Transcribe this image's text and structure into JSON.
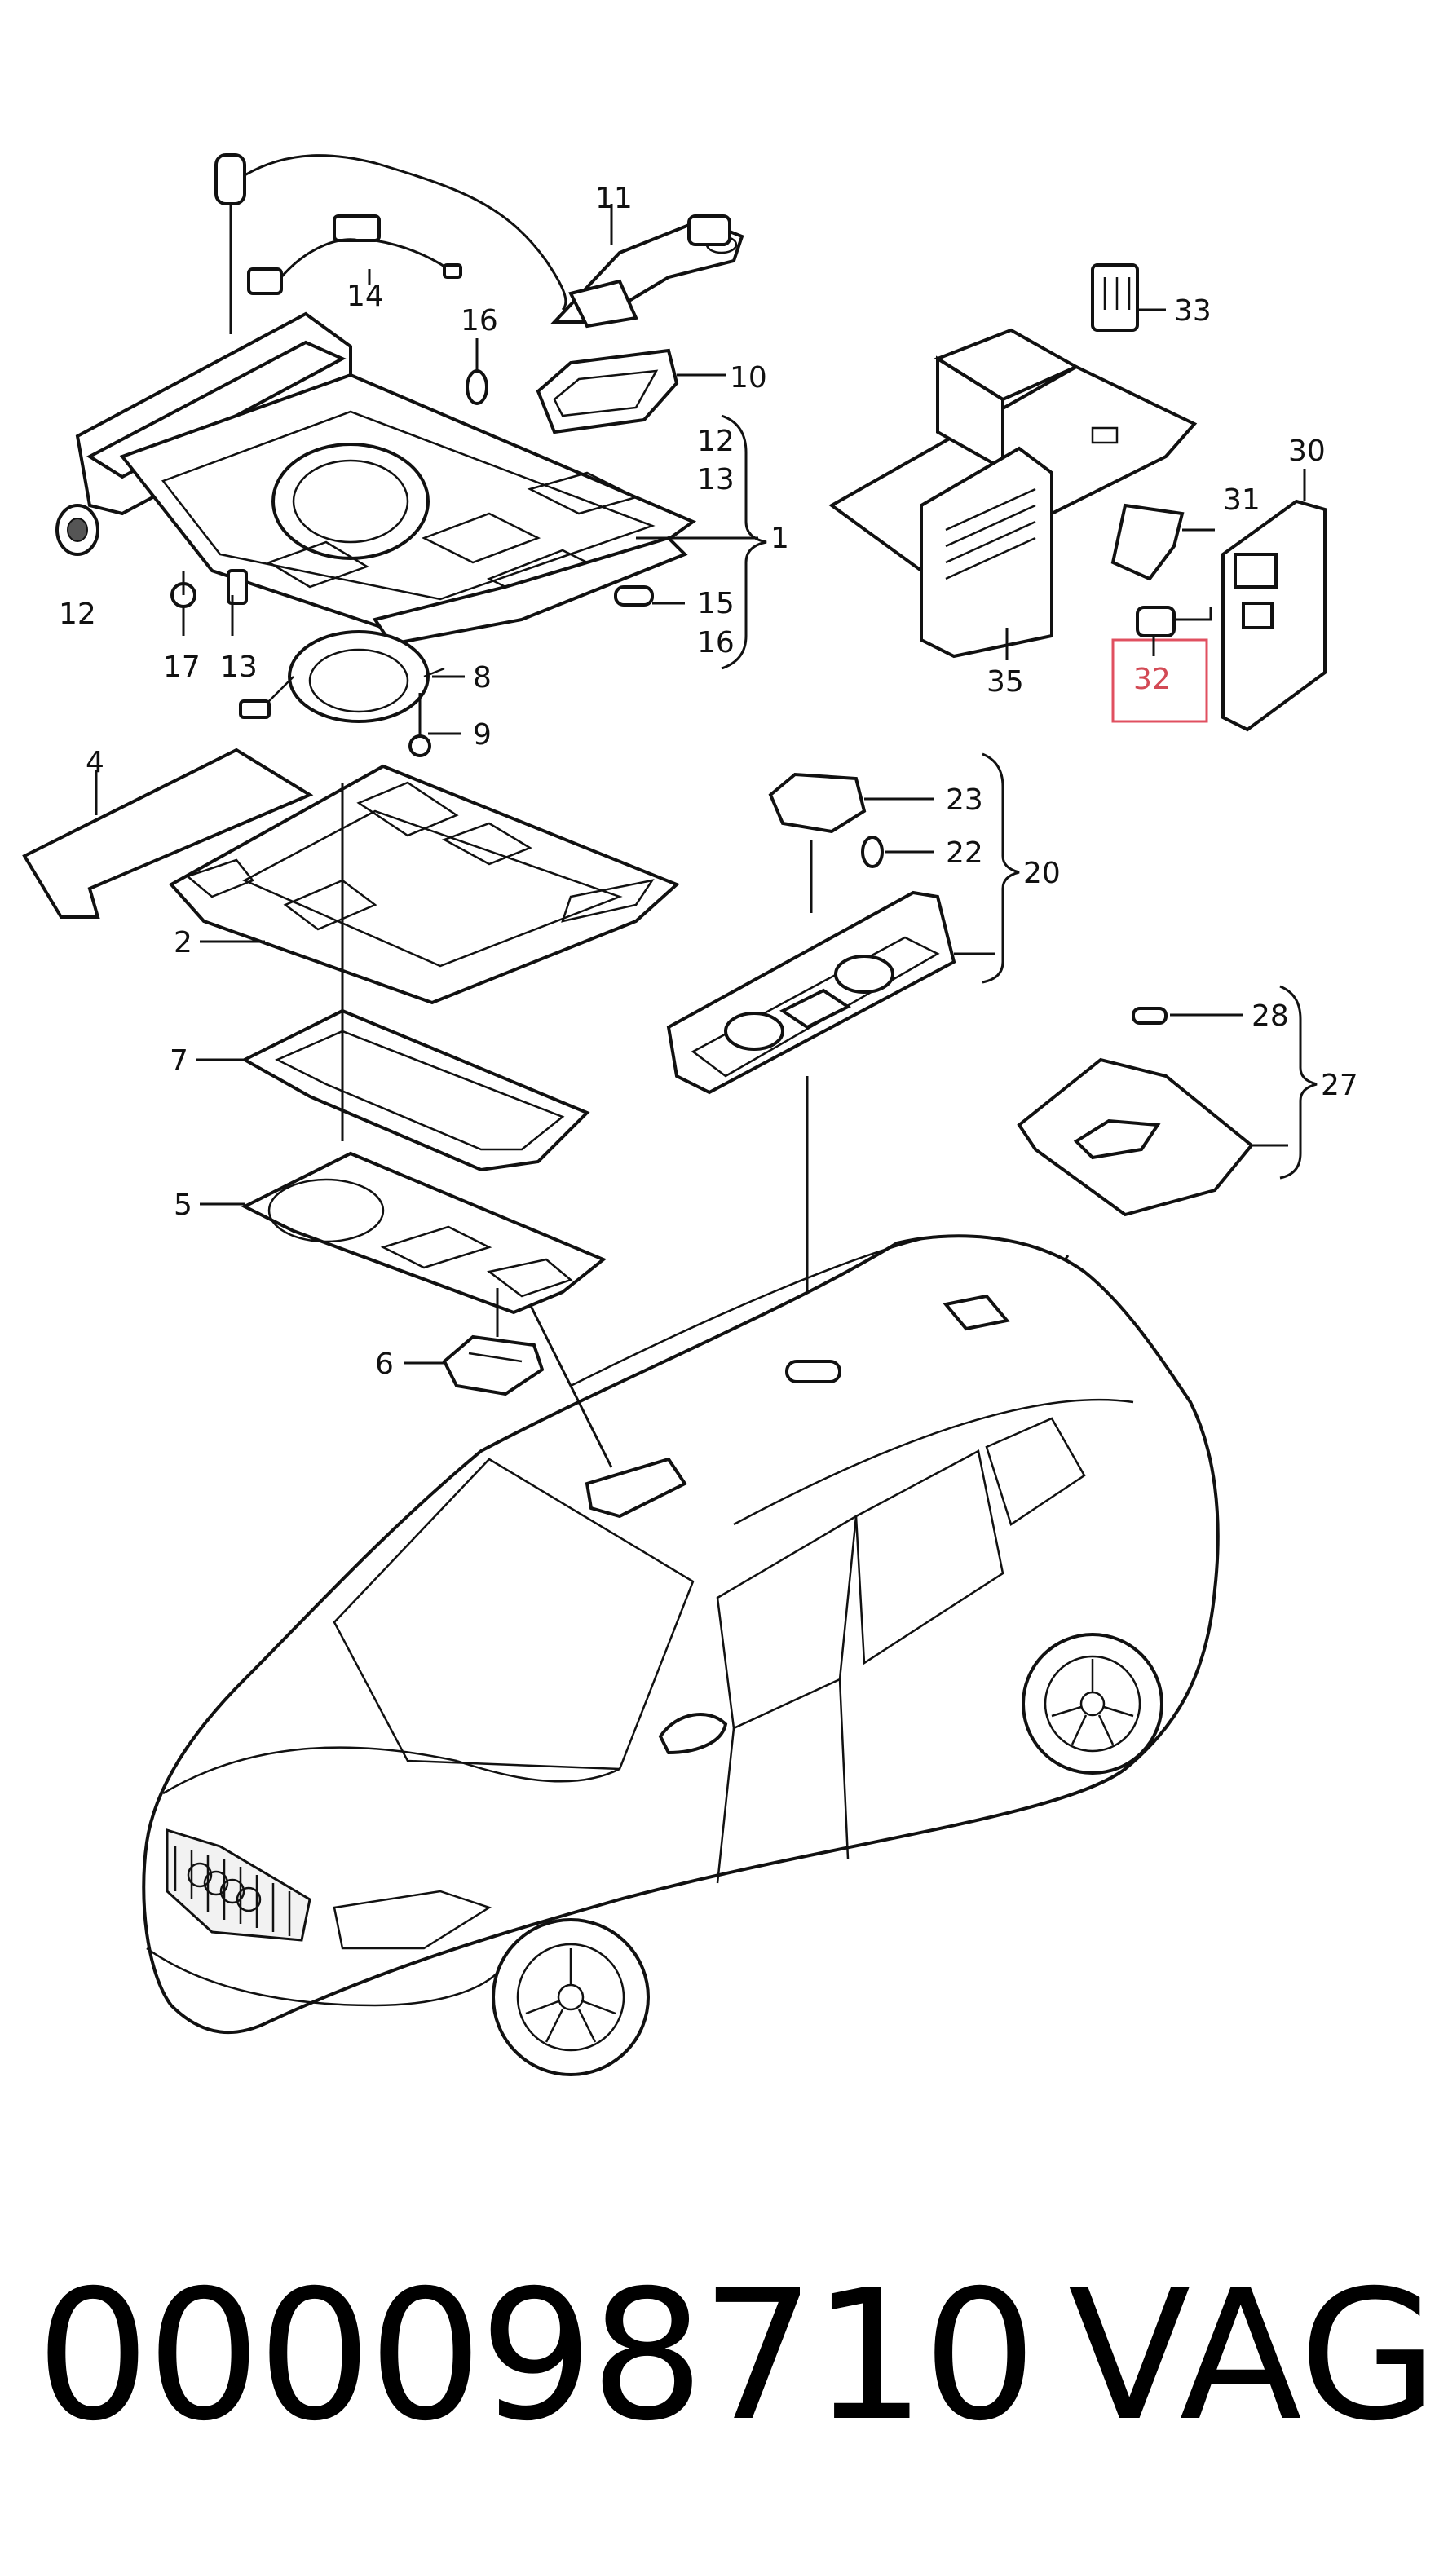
{
  "diagram": {
    "callouts": {
      "c1": "1",
      "c2": "2",
      "c4": "4",
      "c5": "5",
      "c6": "6",
      "c7": "7",
      "c8": "8",
      "c9": "9",
      "c10": "10",
      "c11": "11",
      "c12a": "12",
      "c12b": "12",
      "c13a": "13",
      "c13b": "13",
      "c14": "14",
      "c15": "15",
      "c16a": "16",
      "c16b": "16",
      "c17": "17",
      "c20": "20",
      "c22": "22",
      "c23": "23",
      "c27": "27",
      "c28": "28",
      "c30": "30",
      "c31": "31",
      "c32": "32",
      "c33": "33",
      "c35": "35"
    },
    "highlight_color": "#e05060"
  },
  "footer": {
    "part_number": "000098710",
    "brand": "VAG"
  }
}
